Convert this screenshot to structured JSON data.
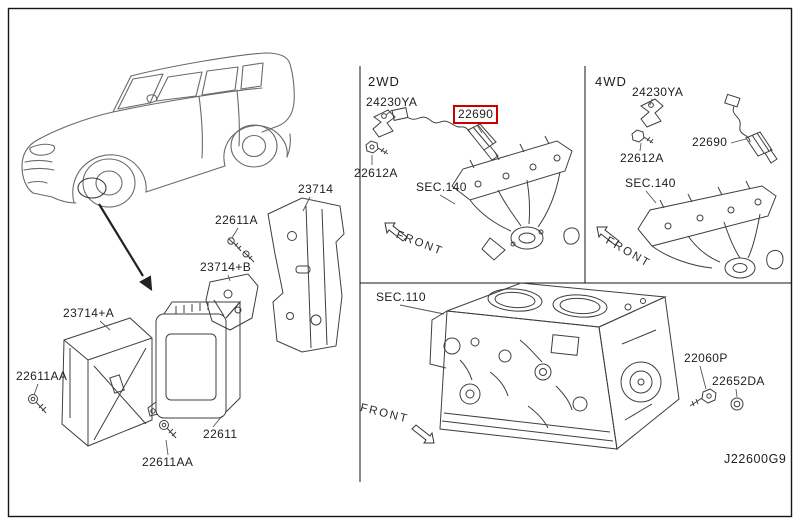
{
  "drawing_code": "J22600G9",
  "highlight_color": "#cc0000",
  "left_panel": {
    "bracket_label": "23714",
    "screw_label": "22611A",
    "bracket_b_label": "23714+B",
    "cover_label": "23714+A",
    "bolt_label_upper": "22611AA",
    "ecm_label": "22611",
    "bolt_label_lower": "22611AA"
  },
  "panel_2wd": {
    "title": "2WD",
    "clip_label": "24230YA",
    "bolt_label": "22612A",
    "sensor_label": "22690",
    "section_ref": "SEC.140",
    "front_label": "FRONT"
  },
  "panel_4wd": {
    "title": "4WD",
    "clip_label": "24230YA",
    "bolt_label": "22612A",
    "sensor_label": "22690",
    "section_ref": "SEC.140",
    "front_label": "FRONT"
  },
  "panel_engine": {
    "section_ref": "SEC.110",
    "front_label": "FRONT",
    "bolt_label": "22060P",
    "washer_label": "22652DA"
  }
}
